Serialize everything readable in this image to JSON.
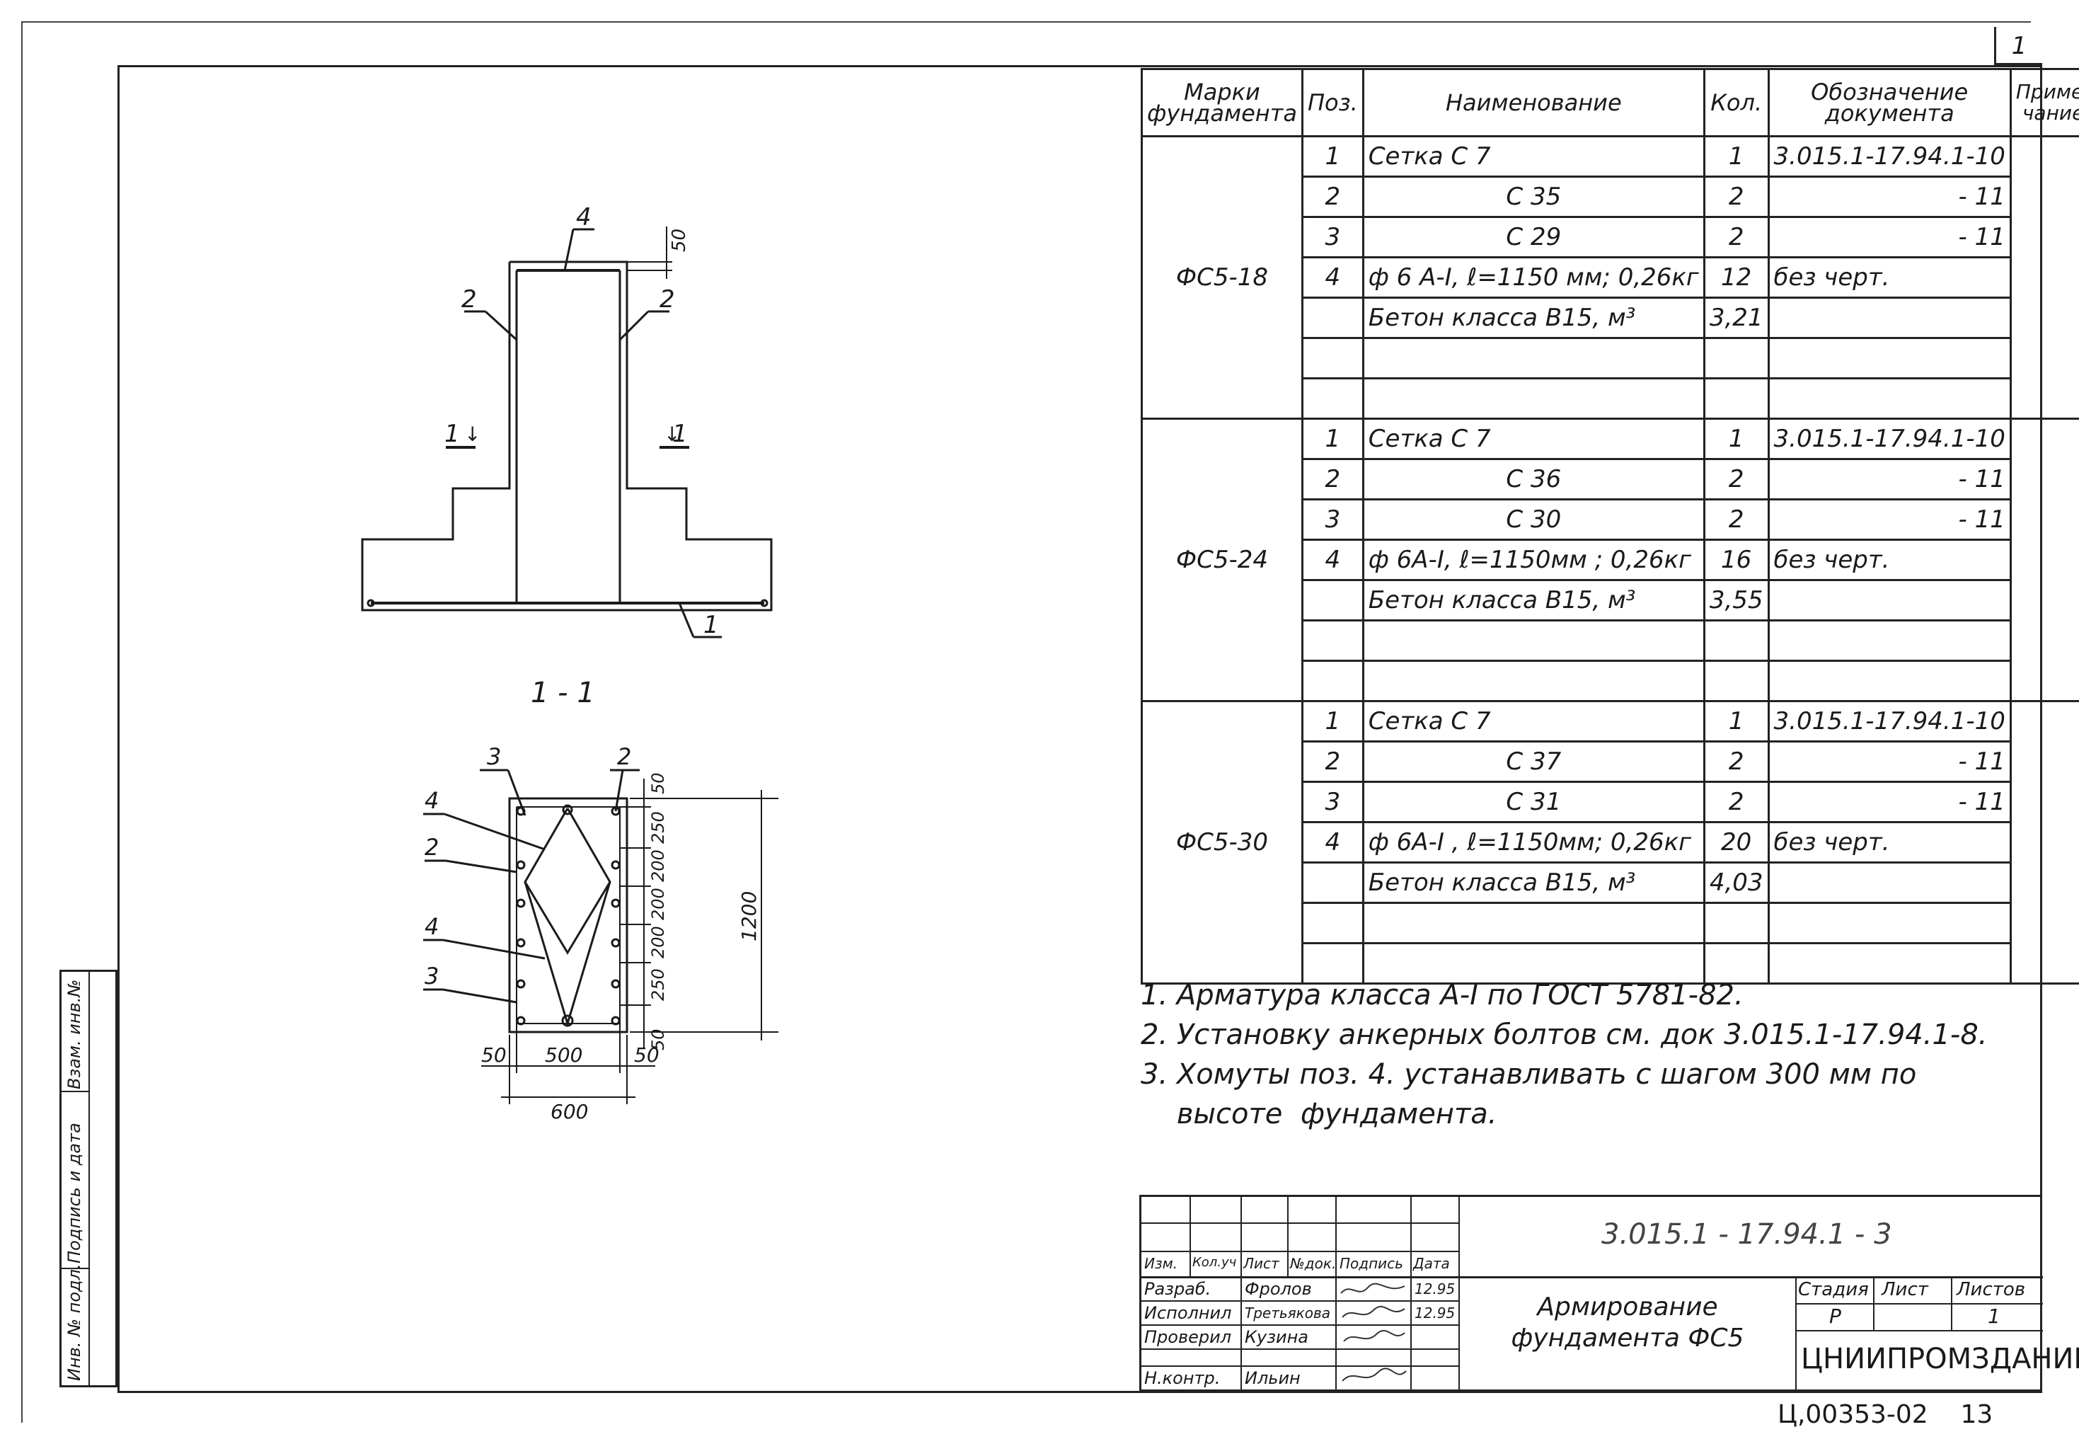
{
  "sheet_corner": "1",
  "drawing": {
    "leader_labels": {
      "top": "4",
      "left": "2",
      "right": "2",
      "bottom": "1"
    },
    "dim_top": "50",
    "section_marks": {
      "left": "1",
      "right": "1"
    },
    "section_title": "1 - 1",
    "section_leaders": {
      "top_left": "3",
      "top_right": "2",
      "l1": "4",
      "l2": "2",
      "l3": "4",
      "l4": "3"
    },
    "dims_vertical": [
      "50",
      "250",
      "200",
      "200",
      "200",
      "250",
      "50"
    ],
    "dim_height": "1200",
    "dims_horizontal": {
      "left": "50",
      "mid": "500",
      "right": "50",
      "total": "600"
    }
  },
  "spec_table": {
    "headers": {
      "mark": "Марки фундамента",
      "pos": "Поз.",
      "name": "Наименование",
      "qty": "Кол.",
      "doc": "Обозначение документа",
      "note": "Приме- чание"
    },
    "groups": [
      {
        "mark": "ФС5-18",
        "rows": [
          {
            "pos": "1",
            "name": "Сетка   С 7",
            "qty": "1",
            "doc": "3.015.1-17.94.1-10",
            "align": "left"
          },
          {
            "pos": "2",
            "name": "С 35",
            "qty": "2",
            "doc": "- 11",
            "align": "center"
          },
          {
            "pos": "3",
            "name": "С 29",
            "qty": "2",
            "doc": "- 11",
            "align": "center"
          },
          {
            "pos": "4",
            "name": "ф 6 А-I, ℓ=1150 мм; 0,26кг",
            "qty": "12",
            "doc": "без  черт.",
            "align": "left"
          },
          {
            "pos": "",
            "name": "Бетон класса В15, м³",
            "qty": "3,21",
            "doc": "",
            "align": "left"
          },
          {
            "pos": "",
            "name": "",
            "qty": "",
            "doc": "",
            "align": "left"
          },
          {
            "pos": "",
            "name": "",
            "qty": "",
            "doc": "",
            "align": "left"
          }
        ]
      },
      {
        "mark": "ФС5-24",
        "rows": [
          {
            "pos": "1",
            "name": "Сетка  С 7",
            "qty": "1",
            "doc": "3.015.1-17.94.1-10",
            "align": "left"
          },
          {
            "pos": "2",
            "name": "С 36",
            "qty": "2",
            "doc": "- 11",
            "align": "center"
          },
          {
            "pos": "3",
            "name": "С 30",
            "qty": "2",
            "doc": "- 11",
            "align": "center"
          },
          {
            "pos": "4",
            "name": "ф 6А-I, ℓ=1150мм ; 0,26кг",
            "qty": "16",
            "doc": "без  черт.",
            "align": "left"
          },
          {
            "pos": "",
            "name": "Бетон  класса  В15, м³",
            "qty": "3,55",
            "doc": "",
            "align": "left"
          },
          {
            "pos": "",
            "name": "",
            "qty": "",
            "doc": "",
            "align": "left"
          },
          {
            "pos": "",
            "name": "",
            "qty": "",
            "doc": "",
            "align": "left"
          }
        ]
      },
      {
        "mark": "ФС5-30",
        "rows": [
          {
            "pos": "1",
            "name": "Сетка   С 7",
            "qty": "1",
            "doc": "3.015.1-17.94.1-10",
            "align": "left"
          },
          {
            "pos": "2",
            "name": "С 37",
            "qty": "2",
            "doc": "- 11",
            "align": "center"
          },
          {
            "pos": "3",
            "name": "С 31",
            "qty": "2",
            "doc": "- 11",
            "align": "center"
          },
          {
            "pos": "4",
            "name": "ф 6А-I , ℓ=1150мм; 0,26кг",
            "qty": "20",
            "doc": "без  черт.",
            "align": "left"
          },
          {
            "pos": "",
            "name": "Бетон класса В15, м³",
            "qty": "4,03",
            "doc": "",
            "align": "left"
          },
          {
            "pos": "",
            "name": "",
            "qty": "",
            "doc": "",
            "align": "left"
          },
          {
            "pos": "",
            "name": "",
            "qty": "",
            "doc": "",
            "align": "left"
          }
        ]
      }
    ]
  },
  "notes": [
    "1. Арматура  класса  А-I  по  ГОСТ  5781-82.",
    "2. Установку  анкерных  болтов  см.  док  3.015.1-17.94.1-8.",
    "3. Хомуты поз. 4.   устанавливать  с  шагом  300 мм  по",
    "    высоте  фундамента."
  ],
  "title_block": {
    "doc_code": "3.015.1 - 17.94.1 - 3",
    "header_row": [
      "Изм.",
      "Кол.уч",
      "Лист",
      "№док.",
      "Подпись",
      "Дата"
    ],
    "people": [
      {
        "role": "Разраб.",
        "name": "Фролов",
        "date": "12.95"
      },
      {
        "role": "Исполнил",
        "name": "Третьякова",
        "date": "12.95"
      },
      {
        "role": "Проверил",
        "name": "Кузина",
        "date": ""
      },
      {
        "role": "Н.контр.",
        "name": "Ильин",
        "date": ""
      }
    ],
    "title": "Армирование фундамента ФС5",
    "stage_label": "Стадия",
    "sheet_label": "Лист",
    "sheets_label": "Листов",
    "stage": "Р",
    "sheet": "",
    "sheets": "1",
    "org": "ЦНИИПРОМЗДАНИЙ"
  },
  "strip_labels": [
    "Взам. инв.№",
    "Подпись и дата",
    "Инв. № подл."
  ],
  "footer_code": "Ц,00353-02    13"
}
